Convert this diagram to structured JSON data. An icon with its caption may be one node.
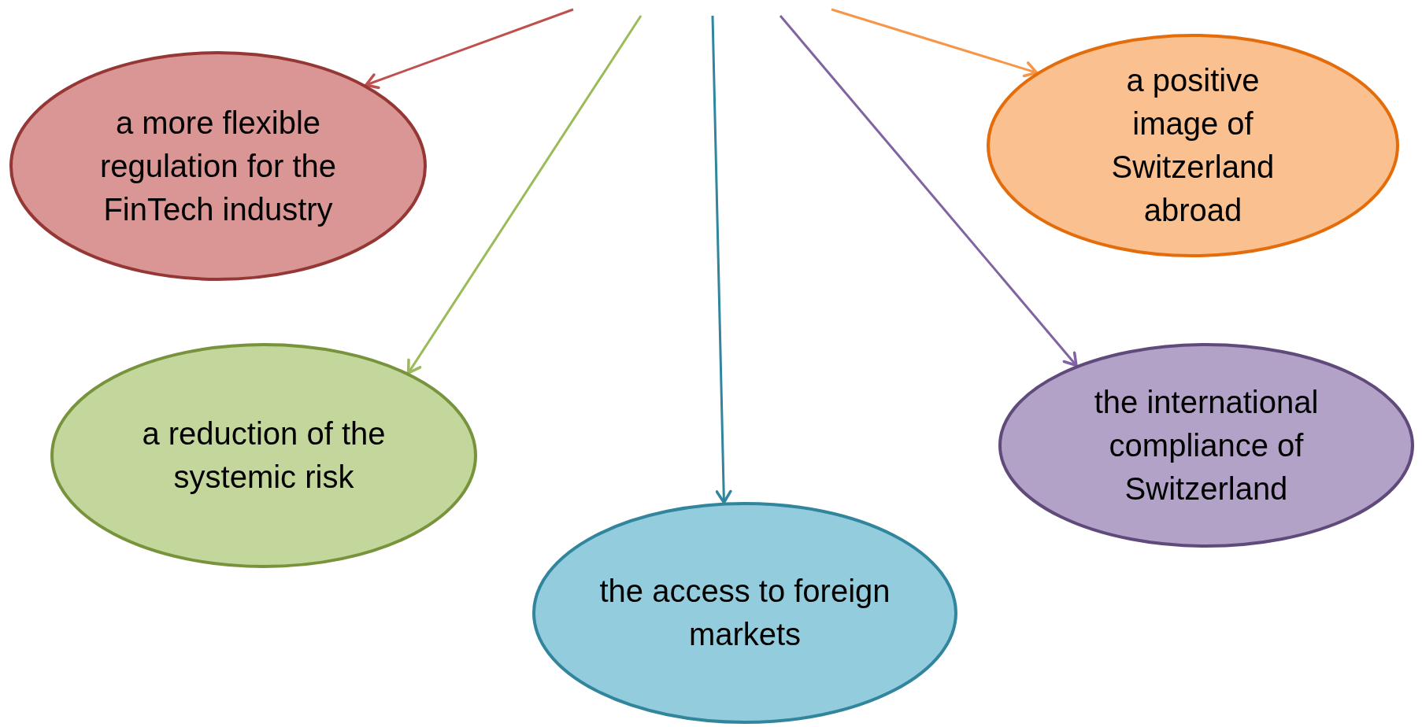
{
  "diagram": {
    "nodes": [
      {
        "text": [
          "a more flexible regulation for the FinTech industry"
        ]
      },
      {
        "text": [
          "a positive image of Switzerland abroad"
        ]
      },
      {
        "text": [
          "a reduction of the systemic risk"
        ]
      },
      {
        "text": [
          "the international compliance of Switzerland"
        ]
      },
      {
        "text": [
          "the access to foreign markets"
        ]
      }
    ],
    "edges": [
      {
        "from": null,
        "to": 0,
        "arrow": "to",
        "color": "#c0504d"
      },
      {
        "from": null,
        "to": 2,
        "arrow": "to",
        "color": "#9bbb59"
      },
      {
        "from": null,
        "to": 4,
        "arrow": "to",
        "color": "#31859c"
      },
      {
        "from": null,
        "to": 3,
        "arrow": "to",
        "color": "#8064a2"
      },
      {
        "from": null,
        "to": 1,
        "arrow": "to",
        "color": "#f79646"
      }
    ]
  }
}
